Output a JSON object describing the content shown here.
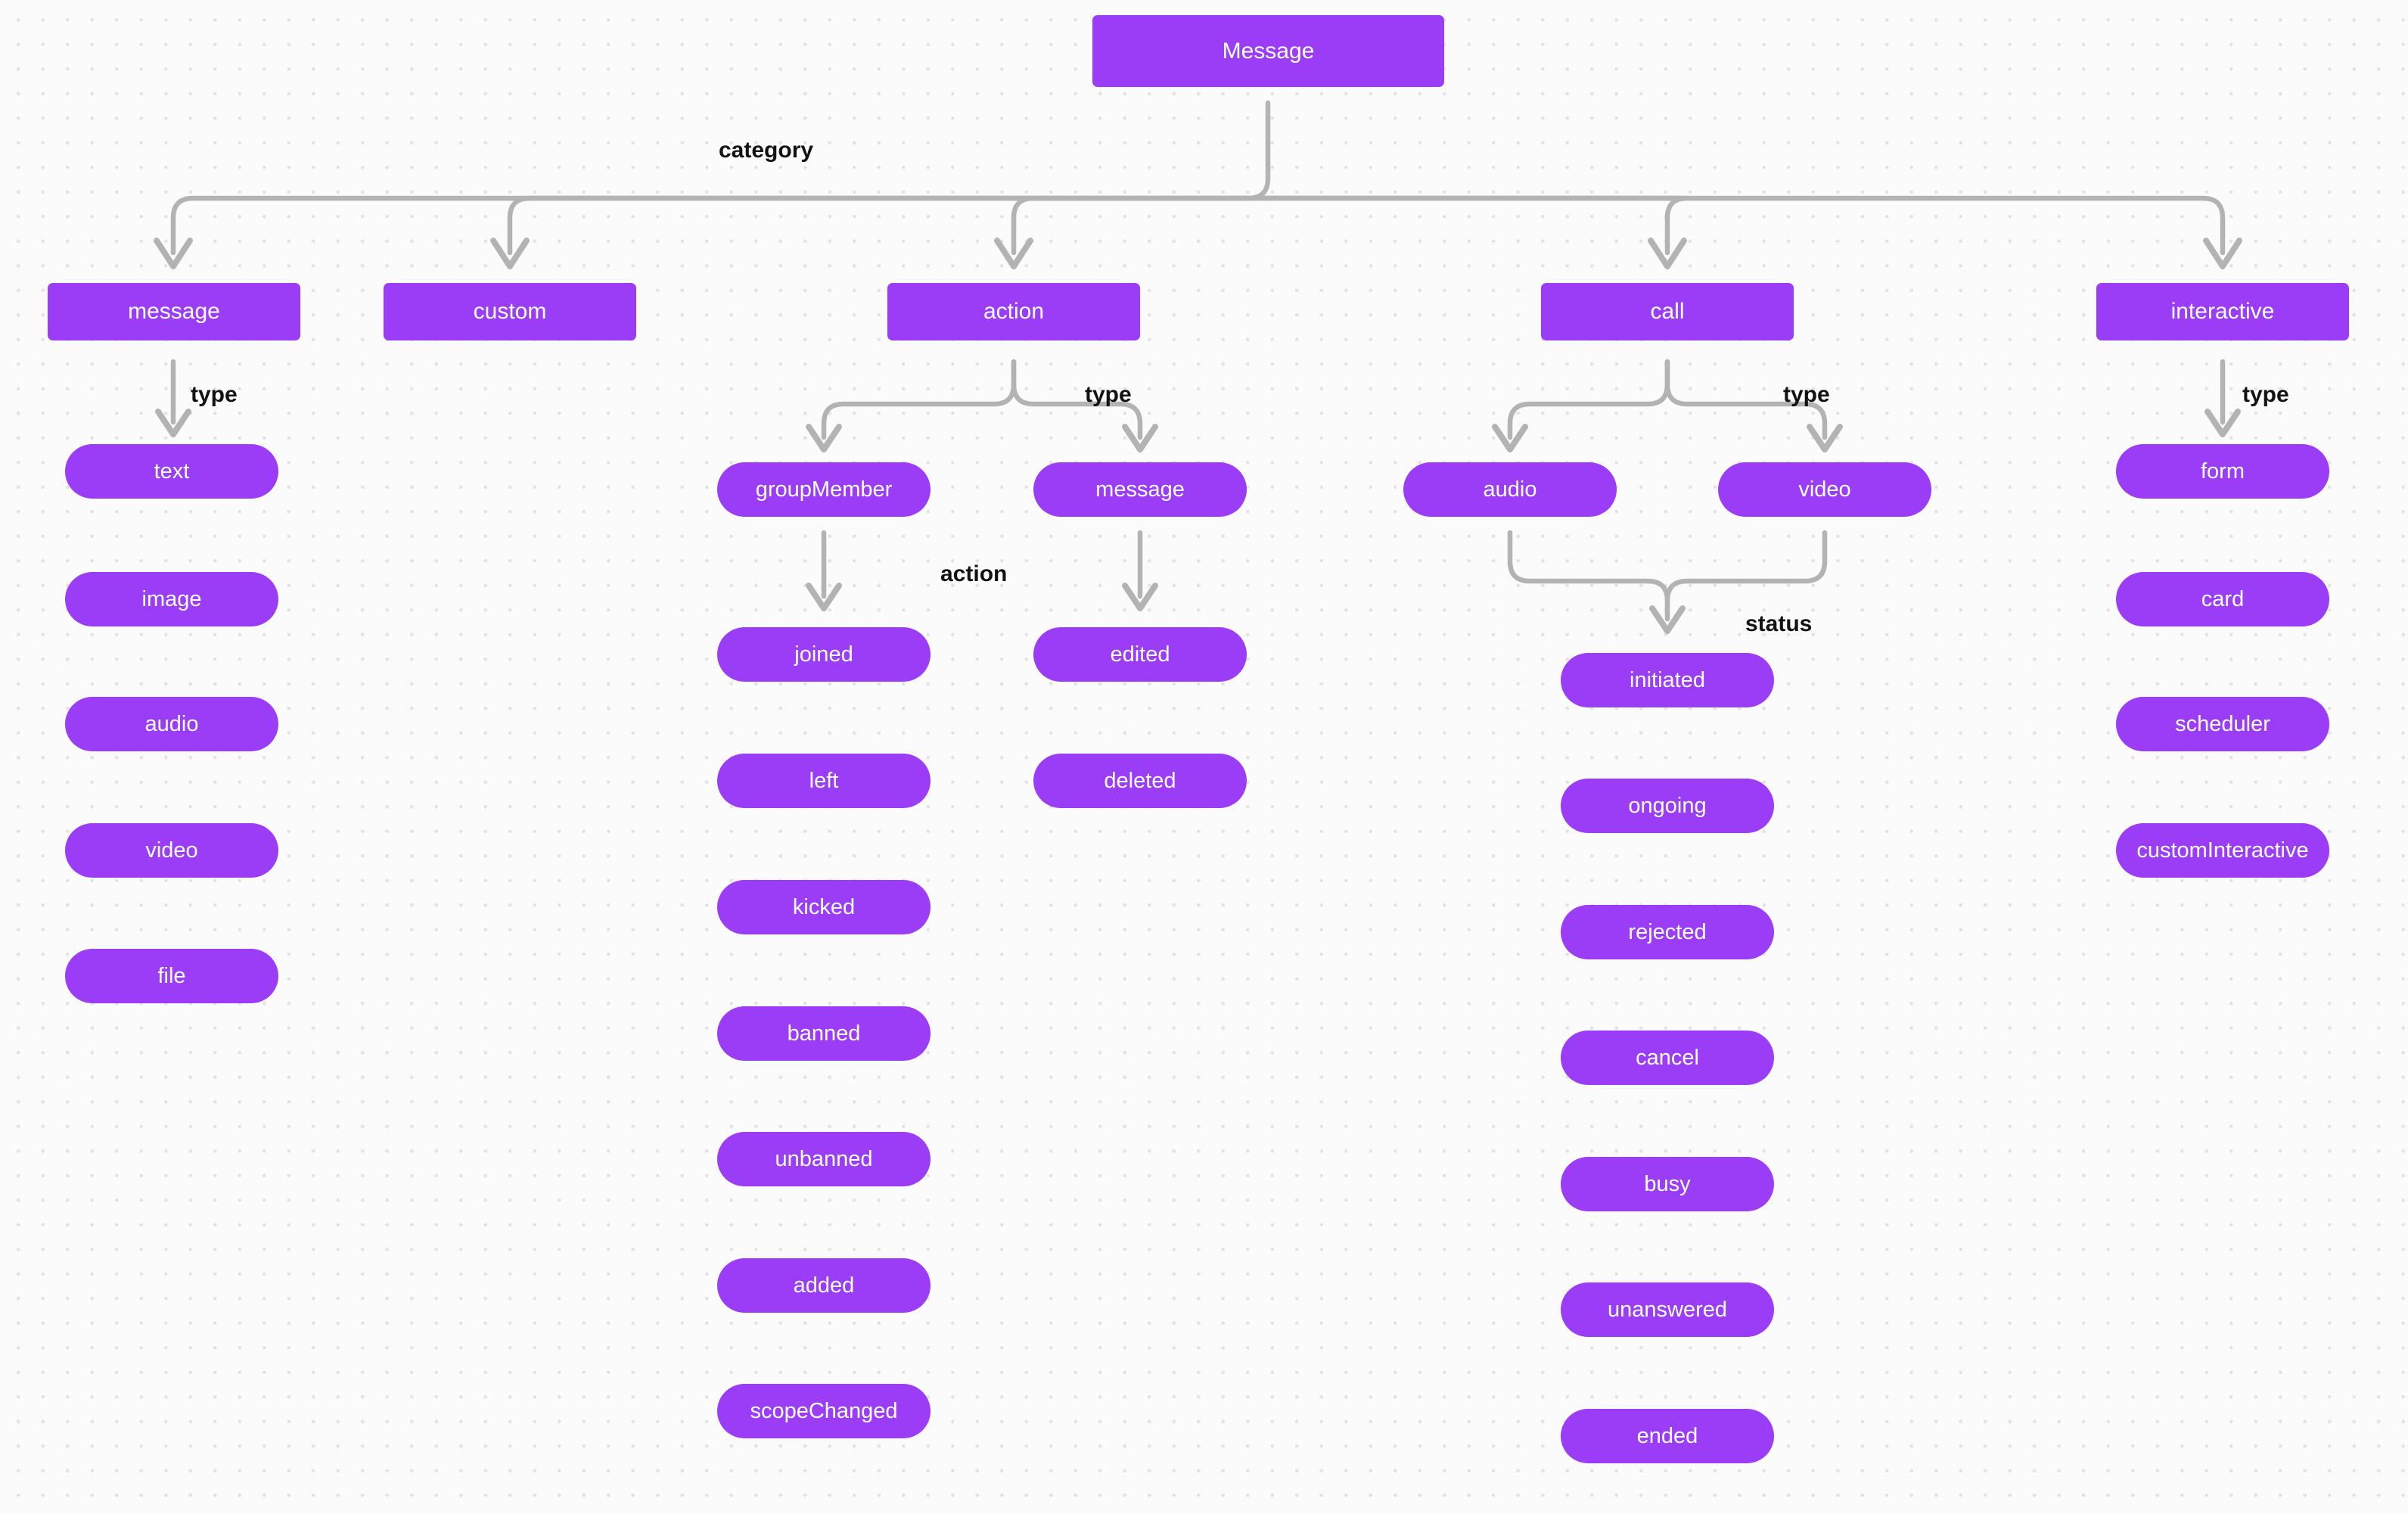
{
  "diagram": {
    "title": "Message",
    "theme": {
      "node_fill": "#9b3df6",
      "node_text": "#ffffff",
      "edge_color": "#b3b3b3",
      "label_text": "#121212",
      "background": "#fbfbfb",
      "grid_dot": "#e3e3e3"
    },
    "root": {
      "label": "Message"
    },
    "edge_labels": {
      "category": "category",
      "type_message": "type",
      "type_action": "type",
      "type_call": "type",
      "type_interactive": "type",
      "action_groupmember": "action",
      "status_call": "status"
    },
    "categories": [
      {
        "id": "message",
        "label": "message"
      },
      {
        "id": "custom",
        "label": "custom"
      },
      {
        "id": "action",
        "label": "action"
      },
      {
        "id": "call",
        "label": "call"
      },
      {
        "id": "interactive",
        "label": "interactive"
      }
    ],
    "branches": {
      "message": {
        "parent": "message",
        "edge_label": "type",
        "items": [
          {
            "label": "text"
          },
          {
            "label": "image"
          },
          {
            "label": "audio"
          },
          {
            "label": "video"
          },
          {
            "label": "file"
          }
        ]
      },
      "custom": {
        "parent": "custom",
        "edge_label": "",
        "items": []
      },
      "action": {
        "parent": "action",
        "edge_label": "type",
        "subtypes": [
          {
            "id": "groupMember",
            "label": "groupMember"
          },
          {
            "id": "message",
            "label": "message"
          }
        ],
        "groupMember": {
          "edge_label": "action",
          "items": [
            {
              "label": "joined"
            },
            {
              "label": "left"
            },
            {
              "label": "kicked"
            },
            {
              "label": "banned"
            },
            {
              "label": "unbanned"
            },
            {
              "label": "added"
            },
            {
              "label": "scopeChanged"
            }
          ]
        },
        "message": {
          "edge_label": "",
          "items": [
            {
              "label": "edited"
            },
            {
              "label": "deleted"
            }
          ]
        }
      },
      "call": {
        "parent": "call",
        "edge_label": "type",
        "subtypes": [
          {
            "id": "audio",
            "label": "audio"
          },
          {
            "id": "video",
            "label": "video"
          }
        ],
        "status": {
          "edge_label": "status",
          "items": [
            {
              "label": "initiated"
            },
            {
              "label": "ongoing"
            },
            {
              "label": "rejected"
            },
            {
              "label": "cancel"
            },
            {
              "label": "busy"
            },
            {
              "label": "unanswered"
            },
            {
              "label": "ended"
            }
          ]
        }
      },
      "interactive": {
        "parent": "interactive",
        "edge_label": "type",
        "items": [
          {
            "label": "form"
          },
          {
            "label": "card"
          },
          {
            "label": "scheduler"
          },
          {
            "label": "customInteractive"
          }
        ]
      }
    }
  }
}
